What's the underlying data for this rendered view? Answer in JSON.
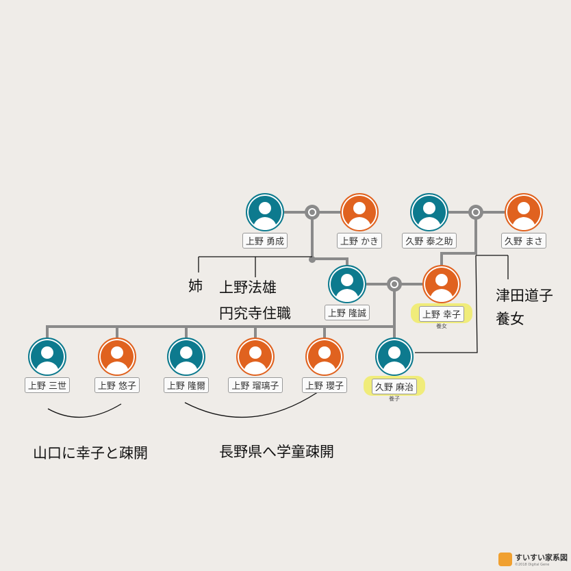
{
  "people": [
    {
      "name": "上野 勇成",
      "gender": "m"
    },
    {
      "name": "上野 かき",
      "gender": "f"
    },
    {
      "name": "久野 泰之助",
      "gender": "m"
    },
    {
      "name": "久野 まさ",
      "gender": "f"
    },
    {
      "name": "上野 隆誠",
      "gender": "m"
    },
    {
      "name": "上野 幸子",
      "gender": "f",
      "note": "養女"
    },
    {
      "name": "上野 三世",
      "gender": "m"
    },
    {
      "name": "上野 悠子",
      "gender": "f"
    },
    {
      "name": "上野 隆爾",
      "gender": "m"
    },
    {
      "name": "上野 瑠璃子",
      "gender": "f"
    },
    {
      "name": "上野 瓔子",
      "gender": "f"
    },
    {
      "name": "久野 麻治",
      "gender": "m",
      "note": "養子"
    }
  ],
  "annotations": {
    "sister": "姉",
    "norio_line1": "上野法雄",
    "norio_line2": "円究寺住職",
    "michiko_line1": "津田道子",
    "michiko_line2": "養女",
    "yamaguchi": "山口に幸子と疎開",
    "nagano": "長野県へ学童疎開"
  },
  "logo": {
    "title": "すいすい家系図",
    "copyright": "©2018 Digital Gene"
  },
  "colors": {
    "male": "#0d7a8e",
    "female": "#e0621f",
    "highlight": "#f0ec7a",
    "line": "#888888"
  }
}
